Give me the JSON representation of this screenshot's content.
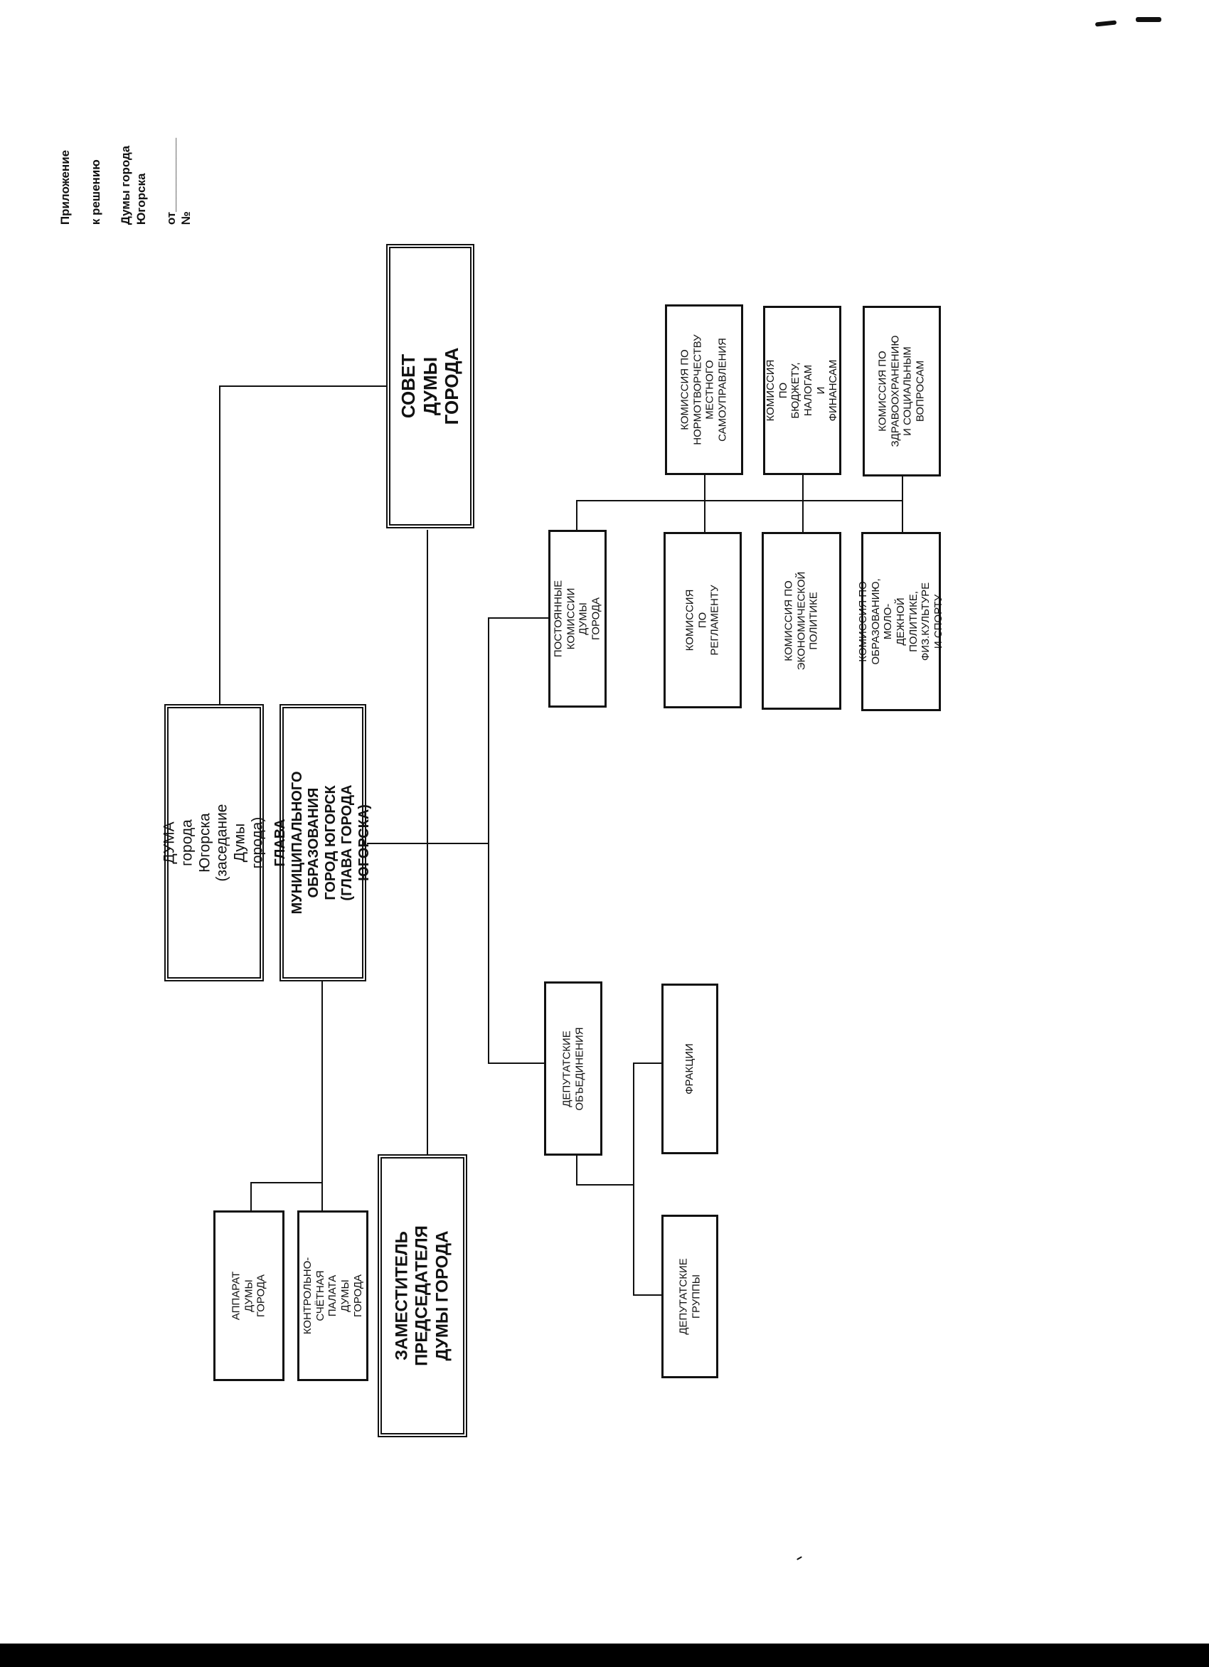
{
  "header": {
    "lines": [
      "Приложение",
      "к решению",
      "Думы города Югорска",
      "от___________ №"
    ]
  },
  "boxes": {
    "sovet": "СОВЕТ\nДУМЫ ГОРОДА",
    "duma": "ДУМА\nгорода Югорска\n(заседание Думы города)",
    "glava": "ГЛАВА МУНИЦИПАЛЬНОГО\nОБРАЗОВАНИЯ\nГОРОД ЮГОРСК\n(ГЛАВА ГОРОДА ЮГОРСКА)",
    "zam": "ЗАМЕСТИТЕЛЬ\nПРЕДСЕДАТЕЛЯ\nДУМЫ ГОРОДА",
    "apparat": "АППАРАТ\nДУМЫ\nГОРОДА",
    "ksp": "КОНТРОЛЬНО-\nСЧЁТНАЯ ПАЛАТА\nДУМЫ ГОРОДА",
    "postoyannye": "ПОСТОЯННЫЕ\nКОМИССИИ\nДУМЫ ГОРОДА",
    "deputatskie_obyedineniya": "ДЕПУТАТСКИЕ\nОБЪЕДИНЕНИЯ",
    "fraktsii": "ФРАКЦИИ",
    "deputatskie_gruppy": "ДЕПУТАТСКИЕ\nГРУППЫ",
    "kom_norm": "КОМИССИЯ ПО\nНОРМОТВОРЧЕСТВУ\nМЕСТНОГО\nСАМОУПРАВЛЕНИЯ",
    "kom_budget": "КОМИССИЯ ПО\nБЮДЖЕТУ,\nНАЛОГАМ\nИ ФИНАНСАМ",
    "kom_zdrav": "КОМИССИЯ ПО\nЗДРАВООХРАНЕНИЮ\nИ СОЦИАЛЬНЫМ\nВОПРОСАМ",
    "kom_reglament": "КОМИССИЯ ПО\nРЕГЛАМЕНТУ",
    "kom_econ": "КОМИССИЯ ПО\nЭКОНОМИЧЕСКОЙ\nПОЛИТИКЕ",
    "kom_obraz": "КОМИССИЯ ПО\nОБРАЗОВАНИЮ, МОЛО-\nДЕЖНОЙ ПОЛИТИКЕ,\nФИЗ.КУЛЬТУРЕ И СПОРТУ"
  }
}
